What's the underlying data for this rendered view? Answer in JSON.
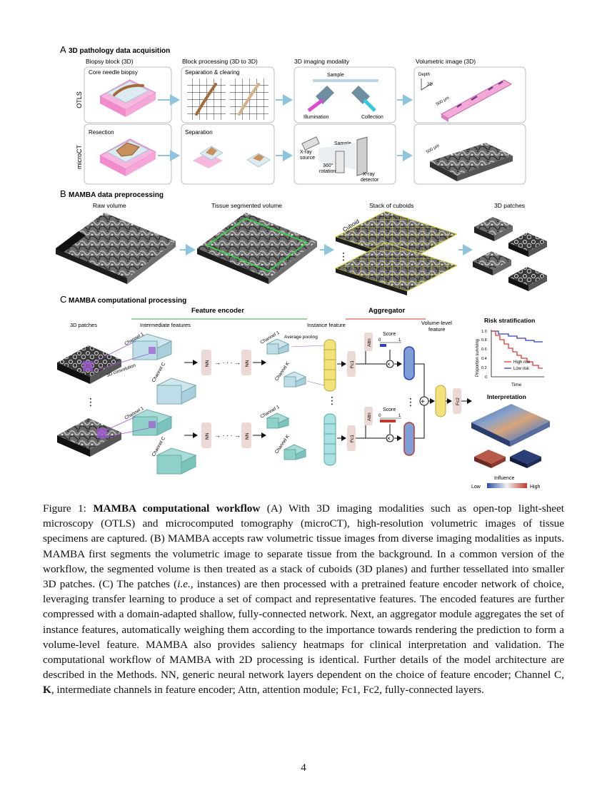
{
  "figure": {
    "panel_a": {
      "letter": "A",
      "title": "3D pathology data acquisition",
      "col_headers": [
        "Biopsy block (3D)",
        "Block processing (3D to 3D)",
        "3D imaging modality",
        "Volumetric image (3D)"
      ],
      "row_labels": [
        "OTLS",
        "microCT"
      ],
      "otls": {
        "biopsy": "Core needle biopsy",
        "processing": "Separation & clearing",
        "sample": "Sample",
        "illumination": "Illumination",
        "collection": "Collection",
        "depth": "Depth",
        "twod": "2D",
        "scale": "500 μm"
      },
      "microct": {
        "biopsy": "Resection",
        "processing": "Separation",
        "xray_source_1": "X-ray",
        "xray_source_2": "source",
        "sample": "Sample",
        "rotation_1": "360°",
        "rotation_2": "rotation",
        "detector_1": "X-ray",
        "detector_2": "detector",
        "scale": "500 μm"
      }
    },
    "panel_b": {
      "letter": "B",
      "title": "MAMBA data preprocessing",
      "headers": [
        "Raw volume",
        "Tissue segmented volume",
        "Stack of cuboids",
        "3D patches"
      ],
      "cuboid": "Cuboid"
    },
    "panel_c": {
      "letter": "C",
      "title": "MAMBA computational processing",
      "feature_encoder": "Feature encoder",
      "aggregator": "Aggregator",
      "patches_3d": "3D patches",
      "intermediate_features": "Intermediate features",
      "instance_feature": "Instance feature",
      "volume_level_1": "Volume-level",
      "volume_level_2": "feature",
      "channel_1": "Channel 1",
      "channel_c": "Channel C",
      "channel_k": "Channel K",
      "conv3d": "3D convolution",
      "avg_pooling": "Average pooling",
      "nn": "NN",
      "attn": "Attn",
      "fc1": "Fc1",
      "fc2": "Fc2",
      "score": "Score",
      "score_0": "0",
      "score_1": "1",
      "risk_title": "Risk stratification",
      "km_ylabel": "Proportion surviving",
      "km_xlabel": "Time",
      "km_yticks": [
        "1.0",
        "0.8",
        "0.6",
        "0.4",
        "0.2",
        "0"
      ],
      "high_risk": "High risk",
      "low_risk": "Low risk",
      "interpretation": "Interpretation",
      "influence": "Influence",
      "low": "Low",
      "high": "High"
    }
  },
  "caption": {
    "label": "Figure 1:",
    "title": "MAMBA computational workflow",
    "p1": " (A) With 3D imaging modalities such as open-top light-sheet microscopy (OTLS) and microcomputed tomography (microCT), high-resolution volumetric images of tissue specimens are captured. (B) MAMBA accepts raw volumetric tissue images from diverse imaging modalities as inputs. MAMBA first segments the volumetric image to separate tissue from the background. In a common version of the workflow, the segmented volume is then treated as a stack of cuboids (3D planes) and further tessellated into smaller 3D patches. (C) The patches (",
    "ie": "i.e.,",
    "p2": " instances) are then processed with a pretrained feature encoder network of choice, leveraging transfer learning to produce a set of compact and representative features. The encoded features are further compressed with a domain-adapted shallow, fully-connected network. Next, an aggregator module aggregates the set of instance features, automatically weighing them according to the importance towards rendering the prediction to form a volume-level feature. MAMBA also provides saliency heatmaps for clinical interpretation and validation. The computational workflow of MAMBA with 2D processing is identical. Further details of the model architecture are described in the Methods. NN, generic neural network layers dependent on the choice of feature encoder; Channel C, ",
    "k_bold": "K",
    "p3": ", intermediate channels in feature encoder; Attn, attention module; Fc1, Fc2, fully-connected layers."
  },
  "page_number": "4",
  "colors": {
    "accent_blue": "#8ec5dd",
    "encoder_green": "#7dbf8f",
    "aggregator_red": "#e37a76",
    "nn_box": "#ecd9d6",
    "instance_yellow": "#f3e27a",
    "high_risk": "#e53935",
    "low_risk": "#2f3fbf"
  }
}
